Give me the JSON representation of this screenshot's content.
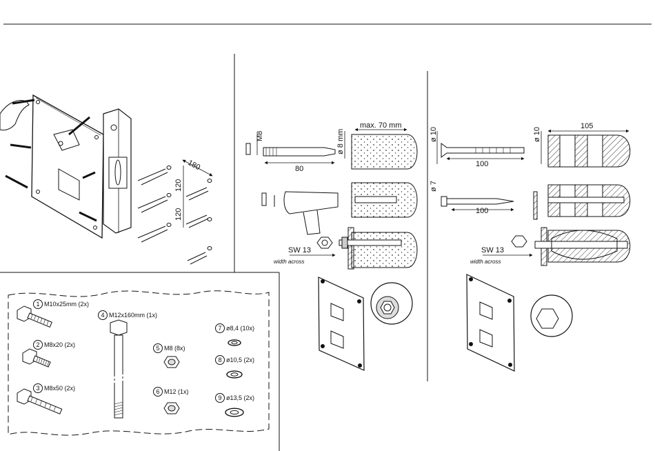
{
  "colors": {
    "ink": "#111111",
    "paper": "#ffffff",
    "hatch": "#333333",
    "concrete": "#f4f4f4",
    "metal": "#d8d8d8"
  },
  "wall_plate": {
    "dim_180": "180",
    "dim_120_top": "120",
    "dim_120_bottom": "120"
  },
  "concrete": {
    "m8_label": "M8",
    "dia8_label": "ø 8 mm",
    "max_depth_label": "max. 70 mm",
    "length_80": "80",
    "wrench_label": "SW 13",
    "wrench_note": "width across"
  },
  "hollow": {
    "dia10_left": "ø 10",
    "dia10_right": "ø 10",
    "depth_105": "105",
    "length_100_top": "100",
    "dia7": "ø 7",
    "length_100_bottom": "100",
    "wrench_label": "SW 13",
    "wrench_note": "width across"
  },
  "parts": [
    {
      "num": "1",
      "label": "M10x25mm (2x)",
      "icon": "bolt-icon"
    },
    {
      "num": "2",
      "label": "M8x20 (2x)",
      "icon": "bolt-icon"
    },
    {
      "num": "3",
      "label": "M8x50 (2x)",
      "icon": "bolt-icon"
    },
    {
      "num": "4",
      "label": "M12x160mm (1x)",
      "icon": "long-bolt-icon"
    },
    {
      "num": "5",
      "label": "M8 (8x)",
      "icon": "nut-icon"
    },
    {
      "num": "6",
      "label": "M12 (1x)",
      "icon": "nut-icon"
    },
    {
      "num": "7",
      "label": "ø8,4 (10x)",
      "icon": "washer-icon"
    },
    {
      "num": "8",
      "label": "ø10,5 (2x)",
      "icon": "washer-icon"
    },
    {
      "num": "9",
      "label": "ø13,5 (2x)",
      "icon": "washer-icon"
    }
  ]
}
